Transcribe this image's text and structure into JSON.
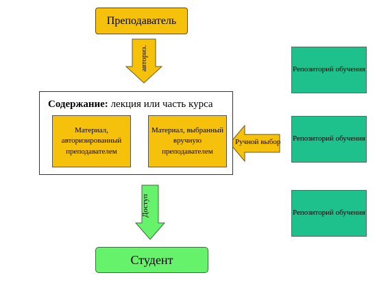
{
  "nodes": {
    "teacher": "Преподаватель",
    "student": "Студент",
    "content_title_bold": "Содержание:",
    "content_title_rest": " лекция или часть курса",
    "material_authored": "Материал, авторизированный преподавателем",
    "material_selected": "Материал, выбранный вручную преподавателем",
    "repositories": [
      "Репозиторий обучения",
      "Репозиторий обучения",
      "Репозиторий обучения"
    ]
  },
  "arrows": {
    "authored": "авториз.",
    "access": "Доступ",
    "manual": "Ручной выбор"
  },
  "colors": {
    "orange": "#f6c10b",
    "green": "#66f26b",
    "teal": "#1ec08c",
    "arrow_orange": "#f6c10b",
    "arrow_green": "#66f26b"
  }
}
